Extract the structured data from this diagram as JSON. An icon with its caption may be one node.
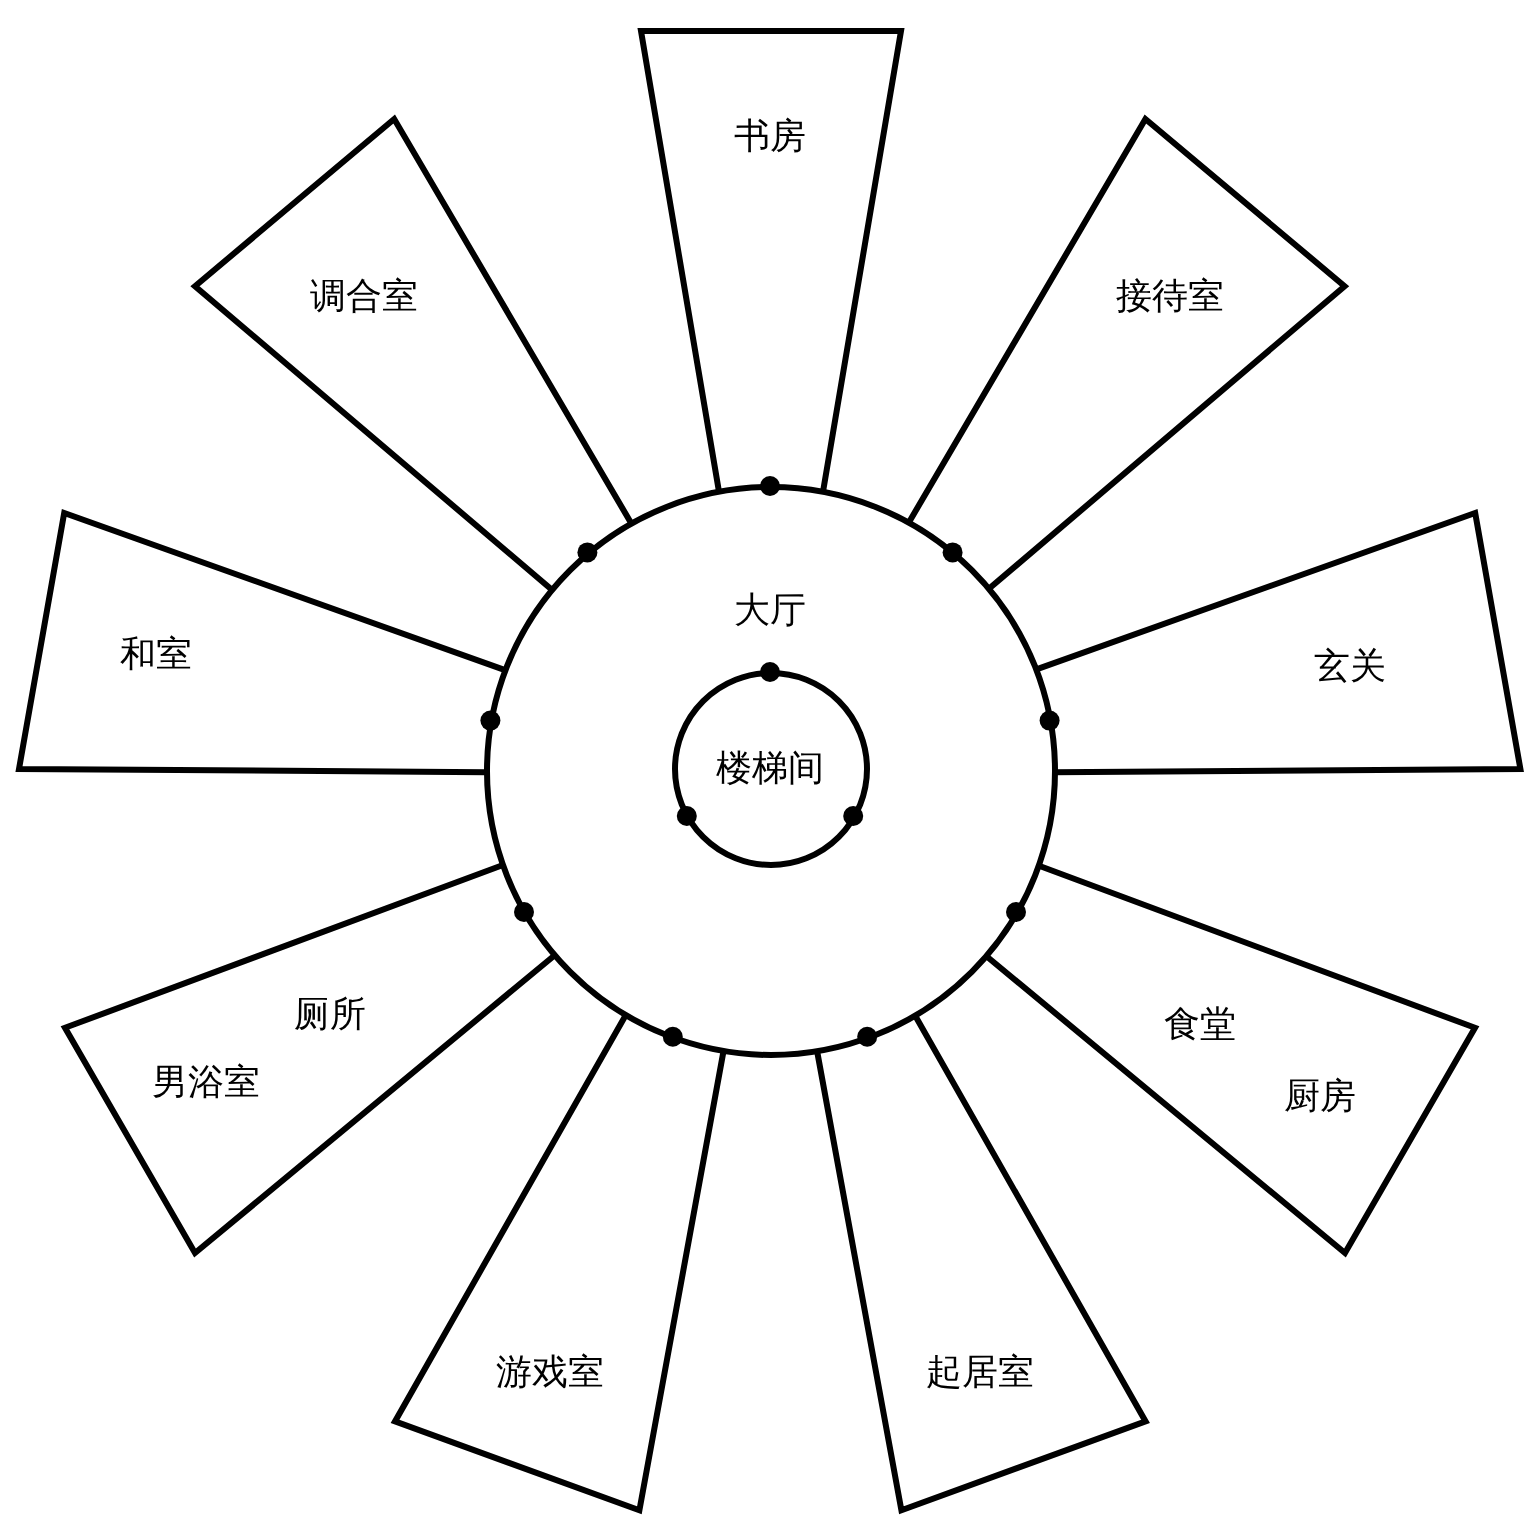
{
  "diagram": {
    "nodes": [
      {
        "text": [
          "大厅"
        ]
      },
      {
        "text": [
          "楼梯间"
        ],
        "in": 0
      },
      {
        "text": [
          "书房"
        ]
      },
      {
        "text": [
          "接待室"
        ]
      },
      {
        "text": [
          "玄关"
        ]
      },
      {
        "text": [
          "食堂",
          "厨房"
        ]
      },
      {
        "text": [
          "起居室"
        ]
      },
      {
        "text": [
          "游戏室"
        ]
      },
      {
        "text": [
          "厕所",
          "男浴室"
        ]
      },
      {
        "text": [
          "和室"
        ]
      },
      {
        "text": [
          "调合室"
        ]
      }
    ]
  }
}
